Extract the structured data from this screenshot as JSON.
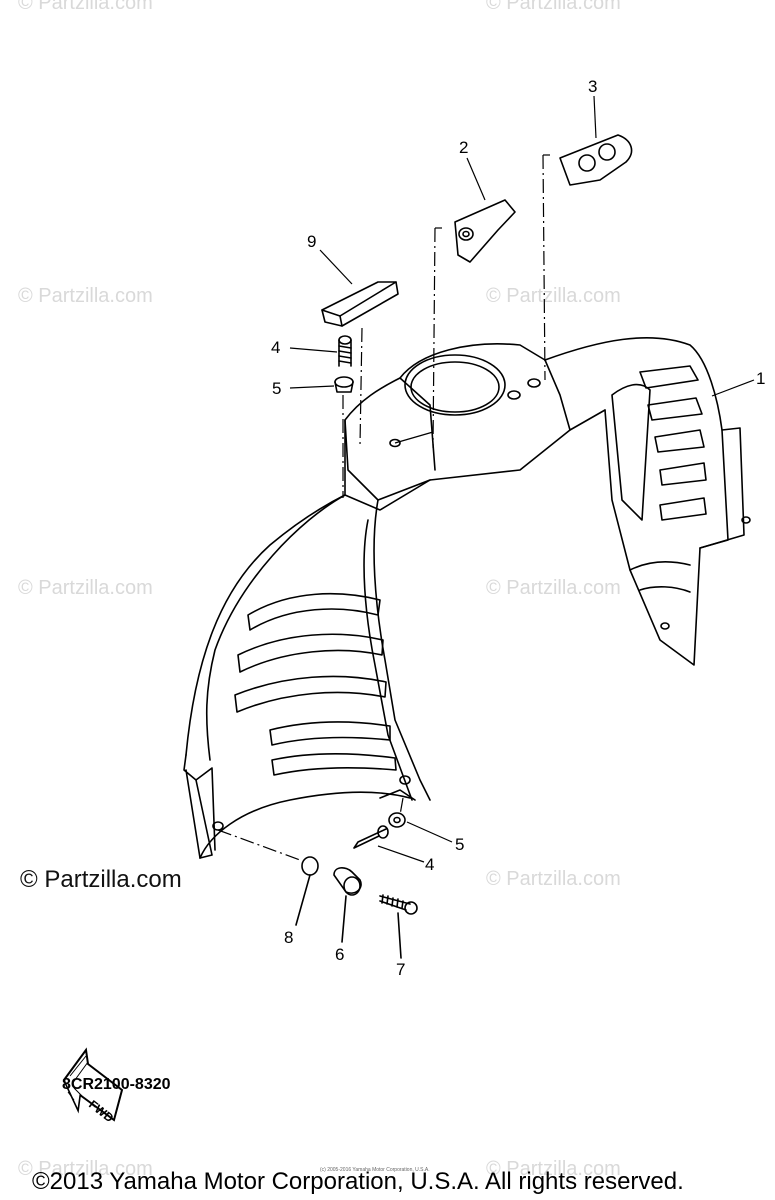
{
  "watermark": {
    "text": "© Partzilla.com",
    "color": "#d9d9d9",
    "main_text": "© Partzilla.com"
  },
  "diagram": {
    "callouts": [
      {
        "id": "c1",
        "label": "1"
      },
      {
        "id": "c2",
        "label": "2"
      },
      {
        "id": "c3",
        "label": "3"
      },
      {
        "id": "c4a",
        "label": "4"
      },
      {
        "id": "c5a",
        "label": "5"
      },
      {
        "id": "c9",
        "label": "9"
      },
      {
        "id": "c5b",
        "label": "5"
      },
      {
        "id": "c4b",
        "label": "4"
      },
      {
        "id": "c8",
        "label": "8"
      },
      {
        "id": "c6",
        "label": "6"
      },
      {
        "id": "c7",
        "label": "7"
      }
    ],
    "fwd_label": "FWD",
    "diagram_code": "8CR2100-8320"
  },
  "footer": {
    "copyright": "©2013 Yamaha Motor Corporation, U.S.A. All rights reserved.",
    "fine_print": "(c) 2005-2016 Yamaha Motor Corporation, U.S.A."
  }
}
